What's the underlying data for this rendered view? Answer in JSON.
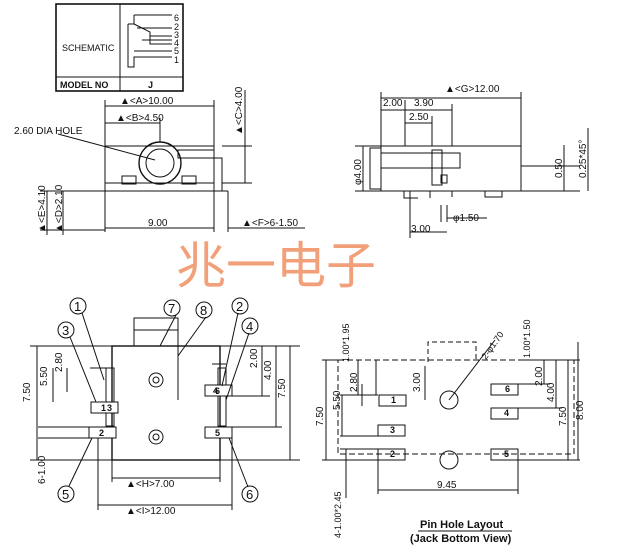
{
  "schematic": {
    "label": "SCHEMATIC",
    "model_label": "MODEL NO",
    "model_value": "J",
    "pins": [
      "6",
      "2",
      "3",
      "4",
      "5",
      "1"
    ]
  },
  "watermark": "兆一电子",
  "top_left": {
    "hole_label": "2.60 DIA HOLE",
    "dims": [
      "▲<A>10.00",
      "▲<B>4.50",
      "▲<C>4.00",
      "▲<E>4.10",
      "▲<D>2.10",
      "9.00",
      "▲<F>6-1.50"
    ]
  },
  "side_view": {
    "dims": [
      "▲<G>12.00",
      "2.00",
      "3.90",
      "2.50",
      "φ4.00",
      "0.50",
      "0.25*45°",
      "φ1.50",
      "3.00"
    ]
  },
  "bottom_left": {
    "circled": [
      "1",
      "7",
      "8",
      "2",
      "3",
      "4",
      "5",
      "6"
    ],
    "pad_labels": [
      "1",
      "6",
      "3",
      "4",
      "2",
      "5"
    ],
    "dims": [
      "2.80",
      "5.50",
      "7.50",
      "2.00",
      "4.00",
      "7.50",
      "6-1.00",
      "▲<H>7.00",
      "▲<I>12.00"
    ]
  },
  "pin_layout": {
    "pad_labels": [
      "1",
      "6",
      "3",
      "4",
      "2",
      "5"
    ],
    "dims": [
      "1.00*1.95",
      "2-φ1.70",
      "1.00*1.50",
      "2.80",
      "5.50",
      "7.50",
      "3.00",
      "2.00",
      "4.00",
      "7.50",
      "8.00",
      "9.45",
      "4-1.00*2.45"
    ],
    "title_line1": "Pin Hole Layout",
    "title_line2": "(Jack Bottom View)"
  }
}
